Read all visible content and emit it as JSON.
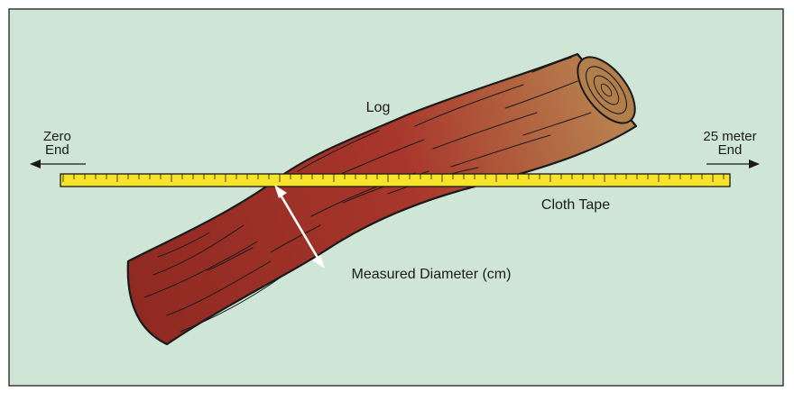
{
  "colors": {
    "background": "#cfe6d6",
    "border": "#3a3a3a",
    "tape": "#f7e32a",
    "log_dark": "#8f2a22",
    "log_mid": "#a8362b",
    "log_light": "#b98a52",
    "arrow": "#ffffff"
  },
  "labels": {
    "log": "Log",
    "zero_line1": "Zero",
    "zero_line2": "End",
    "end_line1": "25 meter",
    "end_line2": "End",
    "tape": "Cloth Tape",
    "diameter": "Measured Diameter (cm)"
  },
  "icons": {
    "left_arrow": "arrow-left-icon",
    "right_arrow": "arrow-right-icon",
    "diameter_arrow": "double-headed-arrow-icon"
  }
}
